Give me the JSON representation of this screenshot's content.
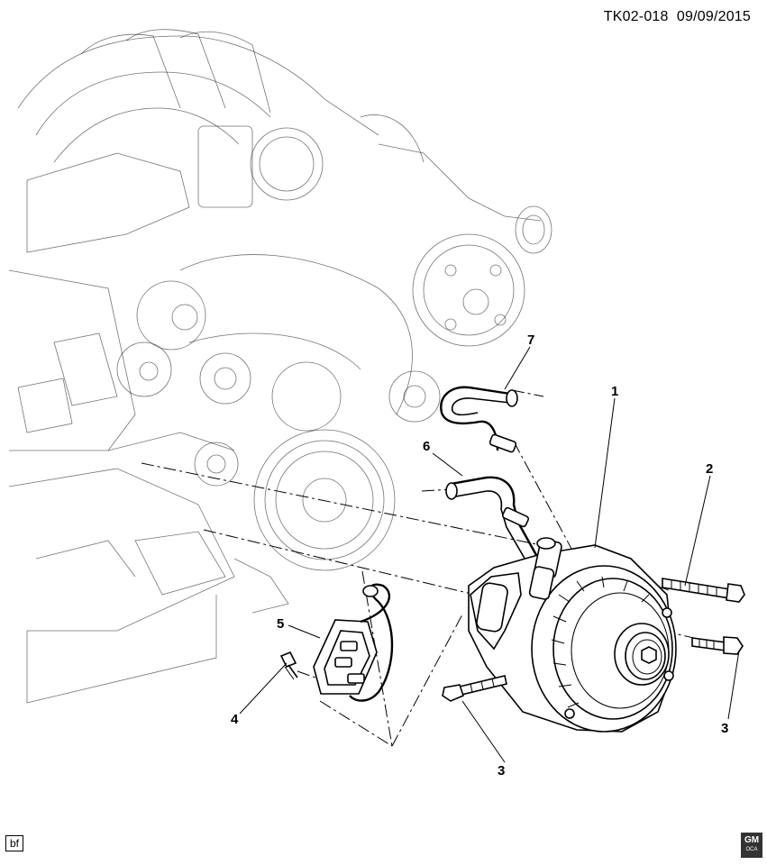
{
  "header": {
    "doc_id": "TK02-018",
    "date": "09/09/2015"
  },
  "callouts": {
    "c1": "1",
    "c2": "2",
    "c3a": "3",
    "c3b": "3",
    "c4": "4",
    "c5": "5",
    "c6": "6",
    "c7": "7"
  },
  "footer": {
    "bf_label": "bf",
    "logo_text": "GM",
    "logo_sub": "OCA"
  },
  "parts": [
    {
      "number": "1",
      "icon": "generator-icon"
    },
    {
      "number": "2",
      "icon": "long-bolt-icon"
    },
    {
      "number": "3",
      "icon": "bolt-icon"
    },
    {
      "number": "4",
      "icon": "bolt-icon"
    },
    {
      "number": "5",
      "icon": "bracket-icon"
    },
    {
      "number": "6",
      "icon": "hose-icon"
    },
    {
      "number": "7",
      "icon": "hose-icon"
    }
  ]
}
